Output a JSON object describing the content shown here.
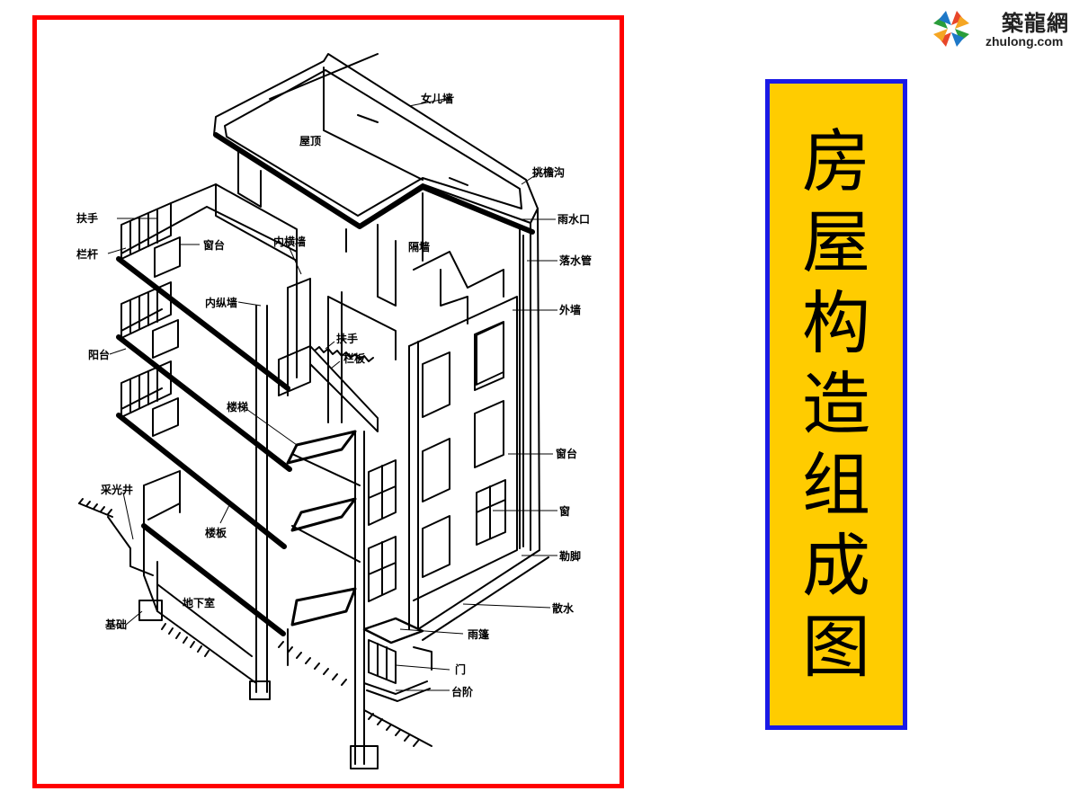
{
  "logo": {
    "name_cn": "築龍網",
    "url_text": "zhulong.com",
    "colors": [
      "#e8462a",
      "#f5a623",
      "#2a9d3a",
      "#1e78c8"
    ]
  },
  "title": {
    "chars": [
      "房",
      "屋",
      "构",
      "造",
      "组",
      "成",
      "图"
    ],
    "background": "#ffcc00",
    "border": "#1a1ae6"
  },
  "frame_color": "#ff0000",
  "labels": {
    "nv_er_qiang": "女儿墙",
    "wu_ding": "屋顶",
    "tiao_yan_gou": "挑檐沟",
    "yu_shui_kou": "雨水口",
    "luo_shui_guan": "落水管",
    "wai_qiang": "外墙",
    "ge_qiang": "隔墙",
    "nei_heng_qiang": "内横墙",
    "chuang_tai_1": "窗台",
    "fu_shou_1": "扶手",
    "lan_gan": "栏杆",
    "nei_zong_qiang": "内纵墙",
    "yang_tai": "阳台",
    "fu_shou_2": "扶手",
    "lan_ban": "栏板",
    "lou_ti": "楼梯",
    "chuang_tai_2": "窗台",
    "chuang": "窗",
    "cai_guang_jing": "采光井",
    "lou_ban": "楼板",
    "le_jiao": "勒脚",
    "san_shui": "散水",
    "di_xia_shi": "地下室",
    "ji_chu": "基础",
    "yu_peng": "雨篷",
    "men": "门",
    "tai_jie": "台阶"
  }
}
